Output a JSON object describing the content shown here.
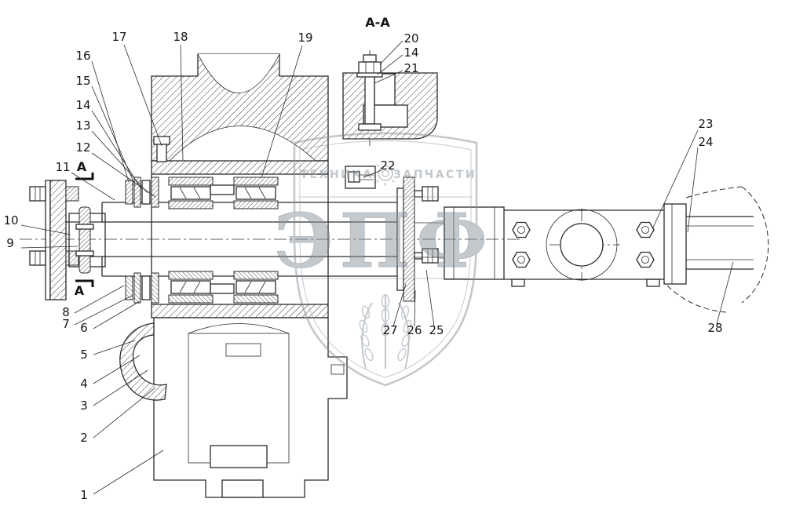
{
  "labels": {
    "section_view": "A-A",
    "cut_letter_top": "A",
    "cut_letter_bottom": "A"
  },
  "callouts": {
    "c1": "1",
    "c2": "2",
    "c3": "3",
    "c4": "4",
    "c5": "5",
    "c6": "6",
    "c7": "7",
    "c8": "8",
    "c9": "9",
    "c10": "10",
    "c11": "11",
    "c12": "12",
    "c13": "13",
    "c14": "14",
    "c14_top": "14",
    "c15": "15",
    "c16": "16",
    "c17": "17",
    "c18": "18",
    "c19": "19",
    "c20": "20",
    "c21": "21",
    "c22": "22",
    "c23": "23",
    "c24": "24",
    "c25": "25",
    "c26": "26",
    "c27": "27",
    "c28": "28"
  },
  "watermark": {
    "word_left": "ТЕХНИКА",
    "word_right": "ЗАПЧАСТИ",
    "monogram": "ЭПФ"
  },
  "colors": {
    "background": "#ffffff",
    "line": "#2b2b2b",
    "watermark": "#87909a"
  }
}
